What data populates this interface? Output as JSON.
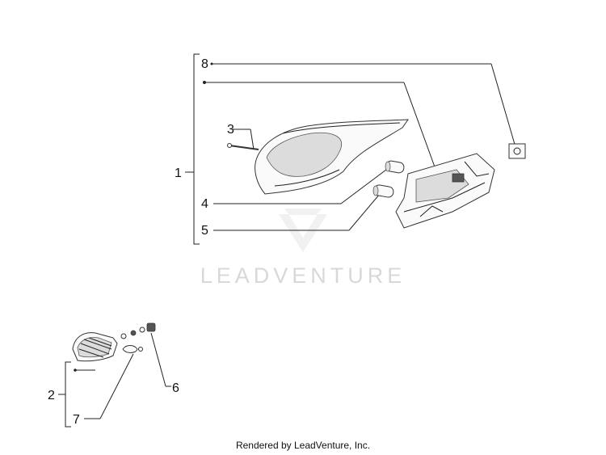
{
  "diagram": {
    "callouts": {
      "c1": "1",
      "c2": "2",
      "c3": "3",
      "c4": "4",
      "c5": "5",
      "c6": "6",
      "c7": "7",
      "c8": "8"
    },
    "watermark": "LEADVENTURE",
    "footer": "Rendered by LeadVenture, Inc."
  }
}
